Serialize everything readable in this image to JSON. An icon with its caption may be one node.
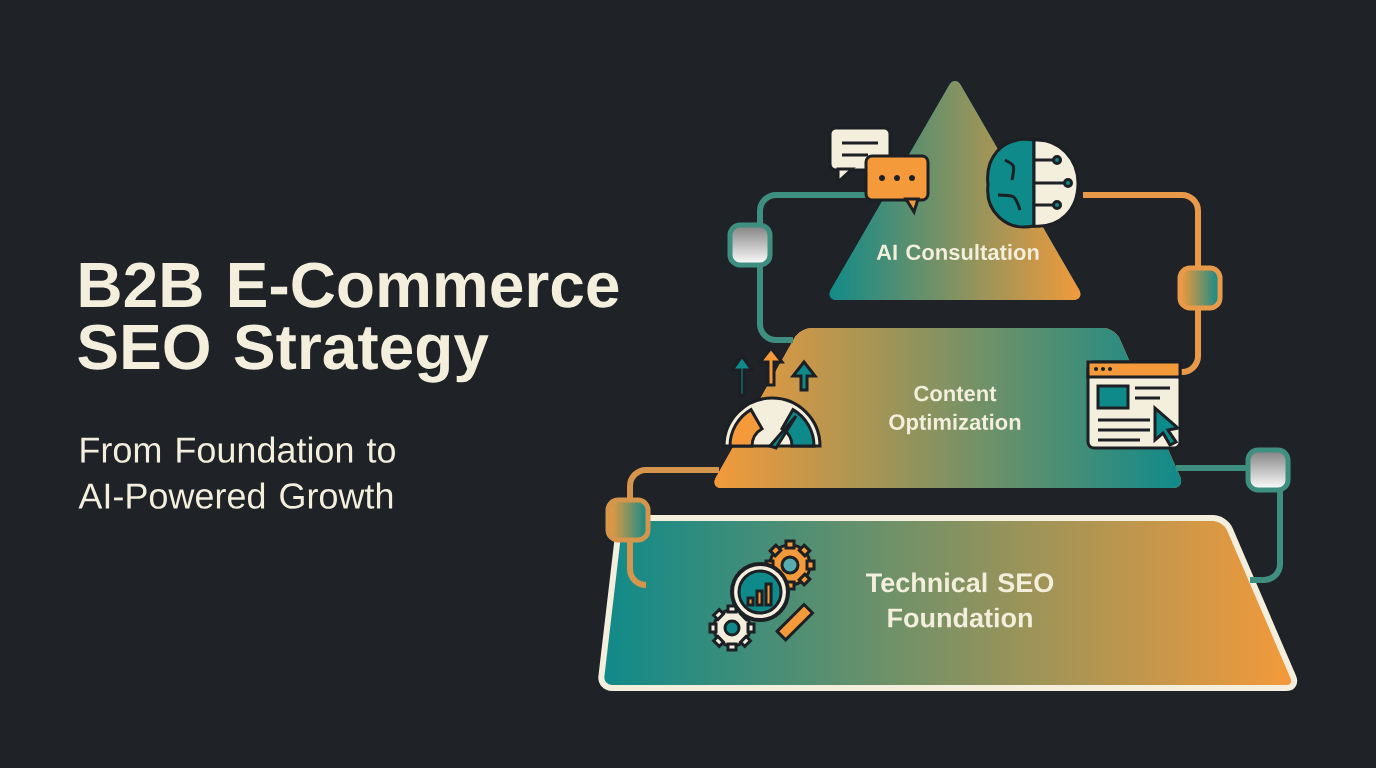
{
  "diagram": {
    "title": "B2B E-Commerce SEO Strategy",
    "nodes": [
      {
        "text": [
          "AI Consultation"
        ]
      },
      {
        "text": [
          "Content Optimization"
        ]
      },
      {
        "text": [
          "Technical SEO Foundation"
        ]
      }
    ],
    "edges": [
      {
        "from": 0,
        "to": 1,
        "arrow": "none",
        "color": "#3f8f80"
      },
      {
        "from": 0,
        "to": 1,
        "arrow": "none",
        "color": "#e8994a"
      },
      {
        "from": 1,
        "to": 2,
        "arrow": "none",
        "color": "#d6954c"
      },
      {
        "from": 1,
        "to": 2,
        "arrow": "none",
        "color": "#3f8f80"
      }
    ],
    "labels": [
      "From Foundation to AI-Powered Growth"
    ]
  }
}
